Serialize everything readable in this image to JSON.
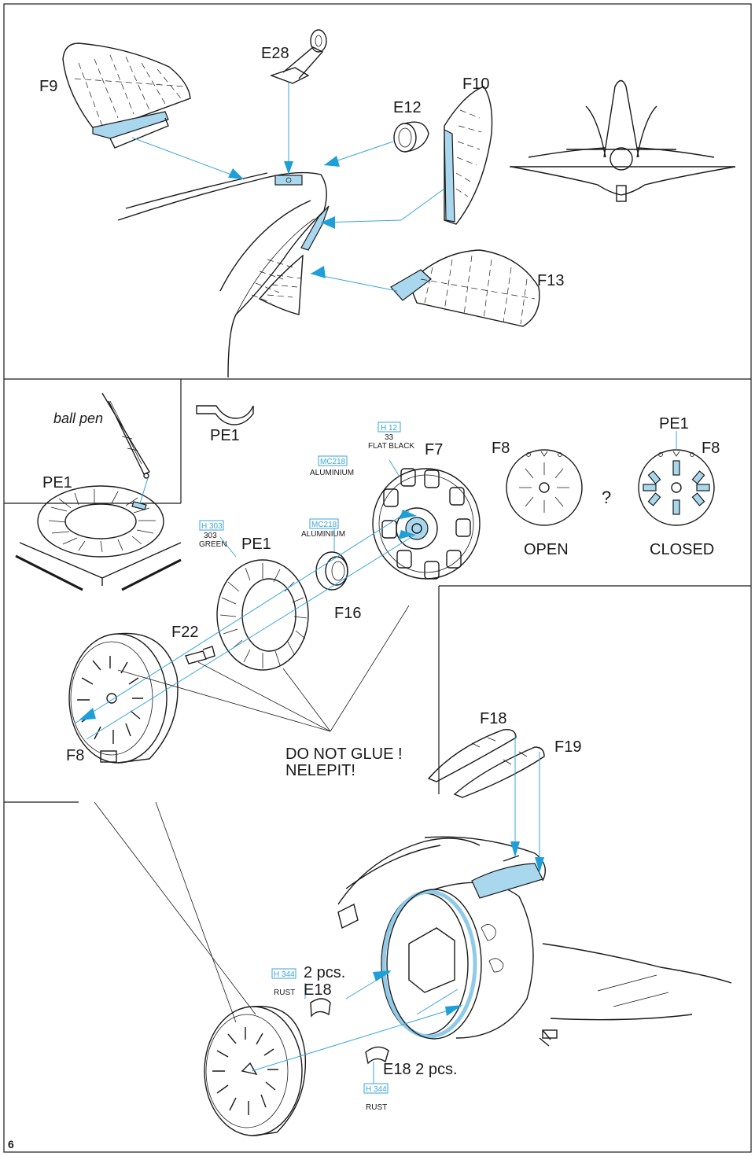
{
  "page_number": "6",
  "labels": {
    "F9": "F9",
    "E28": "E28",
    "E12": "E12",
    "F10": "F10",
    "F13": "F13",
    "ball_pen": "ball pen",
    "PE1_a": "PE1",
    "PE1_b": "PE1",
    "PE1_c": "PE1",
    "PE1_d": "PE1",
    "F7": "F7",
    "F8_a": "F8",
    "F8_b": "F8",
    "F8_c": "F8",
    "question": "?",
    "OPEN": "OPEN",
    "CLOSED": "CLOSED",
    "F16": "F16",
    "F22": "F22",
    "F18": "F18",
    "F19": "F19",
    "do_not_glue": "DO NOT GLUE !",
    "nelepit": "NELEPIT!",
    "two_pcs_E18_top_a": "2 pcs.",
    "two_pcs_E18_top_b": "E18",
    "E18_bottom": "E18  2 pcs."
  },
  "paints": {
    "h12": {
      "code": "H 12",
      "num": "33",
      "name": "FLAT BLACK"
    },
    "mc218_a": {
      "code": "MC218",
      "name": "ALUMINIUM"
    },
    "mc218_b": {
      "code": "MC218",
      "name": "ALUMINIUM"
    },
    "h303": {
      "code": "H 303",
      "num": "303",
      "name": "GREEN"
    },
    "h344_a": {
      "code": "H 344",
      "name": "RUST"
    },
    "h344_b": {
      "code": "H 344",
      "name": "RUST"
    }
  },
  "colors": {
    "accent": "#1d9fd8",
    "part_fill": "#a9d8ee",
    "line": "#1a1a1a",
    "paint_box": "#3aa6d8"
  }
}
